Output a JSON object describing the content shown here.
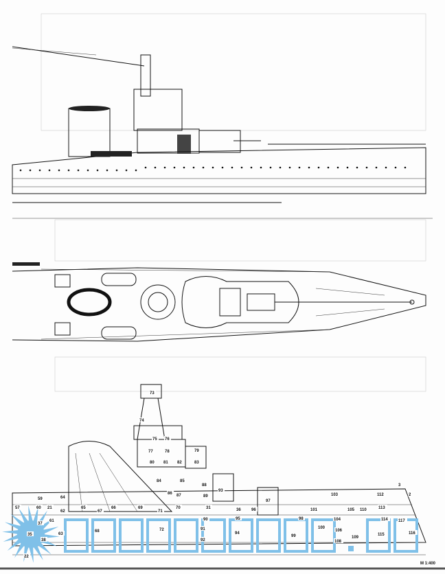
{
  "title": "Cruiser general arrangement drawing",
  "watermark": "SEATRACKER.RU",
  "compartment_labels": [
    "73",
    "74",
    "75",
    "76",
    "77",
    "78",
    "79",
    "80",
    "81",
    "82",
    "83",
    "84",
    "85",
    "86",
    "87",
    "88",
    "89",
    "90",
    "91",
    "92",
    "93",
    "94",
    "95",
    "96",
    "97",
    "98",
    "99",
    "100",
    "101",
    "103",
    "104",
    "105",
    "106",
    "108",
    "109",
    "110",
    "112",
    "113",
    "114",
    "115",
    "116",
    "117",
    "2",
    "3",
    "21",
    "22",
    "31",
    "35",
    "36",
    "37",
    "38",
    "57",
    "59",
    "60",
    "61",
    "62",
    "63",
    "64",
    "65",
    "66",
    "67",
    "68",
    "69",
    "70",
    "71",
    "72"
  ],
  "scale_mark": "M 1:400"
}
